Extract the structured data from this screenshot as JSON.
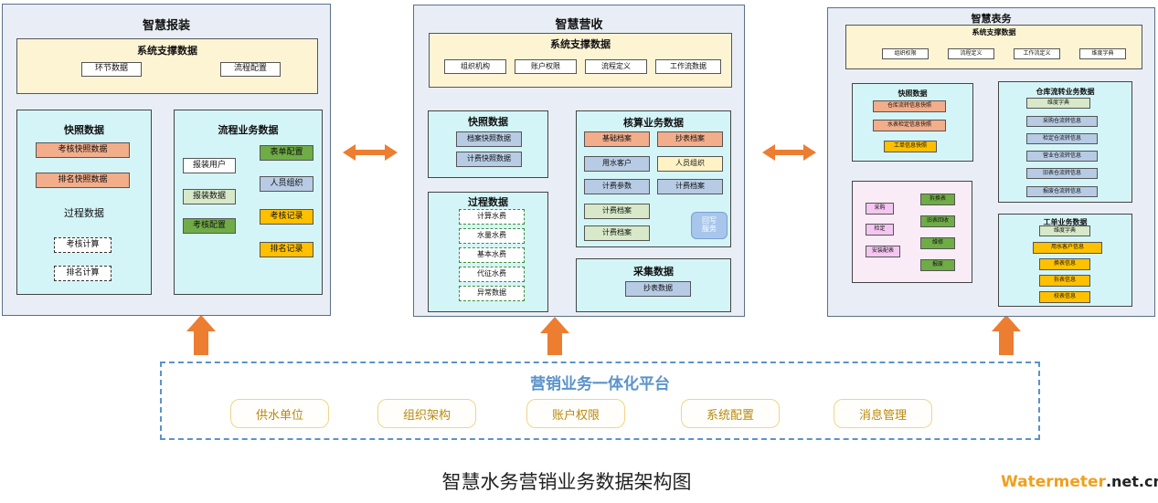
{
  "panels": {
    "left": {
      "title": "智慧报装",
      "sys": {
        "title": "系统支撑数据",
        "items": [
          "环节数据",
          "流程配置"
        ]
      },
      "snap": {
        "title": "快照数据",
        "items": [
          "考核快照数据",
          "排名快照数据"
        ]
      },
      "process": {
        "title": "过程数据",
        "items": [
          "考核计算",
          "排名计算"
        ]
      },
      "flow": {
        "title": "流程业务数据",
        "left_items": [
          "报装用户",
          "报装数据",
          "考核配置"
        ],
        "right_items": [
          "表单配置",
          "人员组织",
          "考核记录",
          "排名记录"
        ]
      }
    },
    "middle": {
      "title": "智慧营收",
      "sys": {
        "title": "系统支撑数据",
        "items": [
          "组织机构",
          "账户权限",
          "流程定义",
          "工作流数据"
        ]
      },
      "snap": {
        "title": "快照数据",
        "items": [
          "档案快照数据",
          "计费快照数据"
        ]
      },
      "process": {
        "title": "过程数据",
        "items": [
          "计算水费",
          "水量水费",
          "基本水费",
          "代征水费",
          "异常数据"
        ]
      },
      "core": {
        "title": "核算业务数据",
        "items": [
          "基础档案",
          "抄表档案",
          "用水客户",
          "人员组织",
          "计费参数",
          "计费档案",
          "计费档案",
          "计费档案"
        ],
        "service": "回写服务"
      },
      "collect": {
        "title": "采集数据",
        "items": [
          "抄表数据"
        ]
      }
    },
    "right": {
      "title": "智慧表务",
      "sys": {
        "title": "系统支撑数据",
        "items": [
          "组织权限",
          "流程定义",
          "工作流定义",
          "维度字典"
        ]
      },
      "snap": {
        "title": "快照数据",
        "items": [
          "仓库流转信息快照",
          "水表检定信息快照",
          "工单信息快照"
        ]
      },
      "warehouse": {
        "title": "仓库流转业务数据",
        "items": [
          "维度字典",
          "采购仓流转信息",
          "检定仓流转信息",
          "营业仓流转信息",
          "旧表仓流转信息",
          "报废仓流转信息"
        ]
      },
      "process": {
        "left_items": [
          "采购",
          "检定",
          "安装配表"
        ],
        "right_items": [
          "拆换表",
          "旧表回收",
          "维修",
          "报废"
        ]
      },
      "workorder": {
        "title": "工单业务数据",
        "items": [
          "维度字典",
          "用水客户信息",
          "换表信息",
          "拆表信息",
          "校表信息"
        ]
      }
    }
  },
  "platform": {
    "title": "营销业务一体化平台",
    "items": [
      "供水单位",
      "组织架构",
      "账户权限",
      "系统配置",
      "消息管理"
    ]
  },
  "caption": "智慧水务营销业务数据架构图",
  "watermark": {
    "brand": "Watermeter",
    "suffix": ".net.cn"
  },
  "colors": {
    "blue_arrow": "#3f7fc0",
    "orange_arrow": "#ed7d31",
    "platform_dash": "#5b93c9",
    "pill_border": "#f1d48a"
  }
}
